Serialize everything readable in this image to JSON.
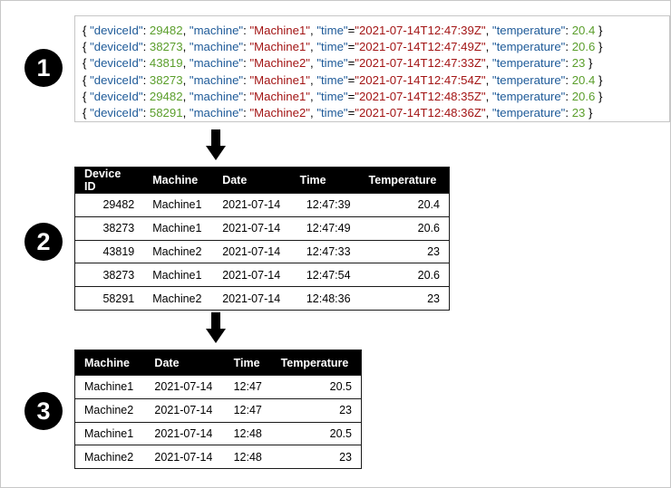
{
  "steps": [
    "1",
    "2",
    "3"
  ],
  "json_records": [
    {
      "deviceId": "29482",
      "machine": "\"Machine1\"",
      "time": "\"2021-07-14T12:47:39Z\"",
      "temperature": "20.4"
    },
    {
      "deviceId": "38273",
      "machine": "\"Machine1\"",
      "time": "\"2021-07-14T12:47:49Z\"",
      "temperature": "20.6"
    },
    {
      "deviceId": "43819",
      "machine": "\"Machine2\"",
      "time": "\"2021-07-14T12:47:33Z\"",
      "temperature": "23"
    },
    {
      "deviceId": "38273",
      "machine": "\"Machine1\"",
      "time": "\"2021-07-14T12:47:54Z\"",
      "temperature": "20.4"
    },
    {
      "deviceId": "29482",
      "machine": "\"Machine1\"",
      "time": "\"2021-07-14T12:48:35Z\"",
      "temperature": "20.6"
    },
    {
      "deviceId": "58291",
      "machine": "\"Machine2\"",
      "time": "\"2021-07-14T12:48:36Z\"",
      "temperature": "23"
    }
  ],
  "json_keys": {
    "deviceId": "\"deviceId\"",
    "machine": "\"machine\"",
    "time": "\"time\"",
    "temperature": "\"temperature\""
  },
  "table2": {
    "headers": [
      "Device ID",
      "Machine",
      "Date",
      "Time",
      "Temperature"
    ],
    "rows": [
      [
        "29482",
        "Machine1",
        "2021-07-14",
        "12:47:39",
        "20.4"
      ],
      [
        "38273",
        "Machine1",
        "2021-07-14",
        "12:47:49",
        "20.6"
      ],
      [
        "43819",
        "Machine2",
        "2021-07-14",
        "12:47:33",
        "23"
      ],
      [
        "38273",
        "Machine1",
        "2021-07-14",
        "12:47:54",
        "20.6"
      ],
      [
        "58291",
        "Machine2",
        "2021-07-14",
        "12:48:36",
        "23"
      ]
    ]
  },
  "table3": {
    "headers": [
      "Machine",
      "Date",
      "Time",
      "Temperature"
    ],
    "rows": [
      [
        "Machine1",
        "2021-07-14",
        "12:47",
        "20.5"
      ],
      [
        "Machine2",
        "2021-07-14",
        "12:47",
        "23"
      ],
      [
        "Machine1",
        "2021-07-14",
        "12:48",
        "20.5"
      ],
      [
        "Machine2",
        "2021-07-14",
        "12:48",
        "23"
      ]
    ]
  }
}
